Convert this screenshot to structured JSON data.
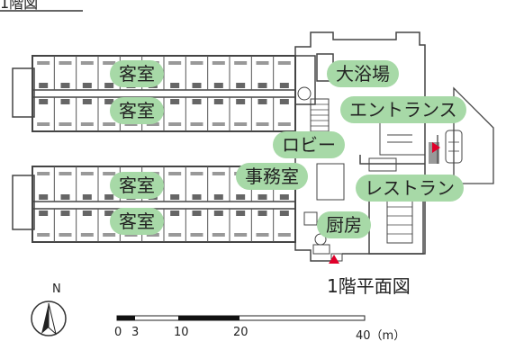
{
  "title_partial": "1階図",
  "floor_title": "1階平面図",
  "rooms": {
    "guest_room_1": "客室",
    "guest_room_2": "客室",
    "guest_room_3": "客室",
    "guest_room_4": "客室",
    "bath": "大浴場",
    "entrance": "エントランス",
    "lobby": "ロビー",
    "office": "事務室",
    "restaurant": "レストラン",
    "kitchen": "厨房"
  },
  "compass": {
    "north": "N"
  },
  "scale": {
    "ticks": [
      "0",
      "3",
      "10",
      "20",
      "40（m）"
    ]
  },
  "colors": {
    "label_bg": "#a7d9a7",
    "entrance_marker": "#e0002a",
    "line": "#333333"
  }
}
